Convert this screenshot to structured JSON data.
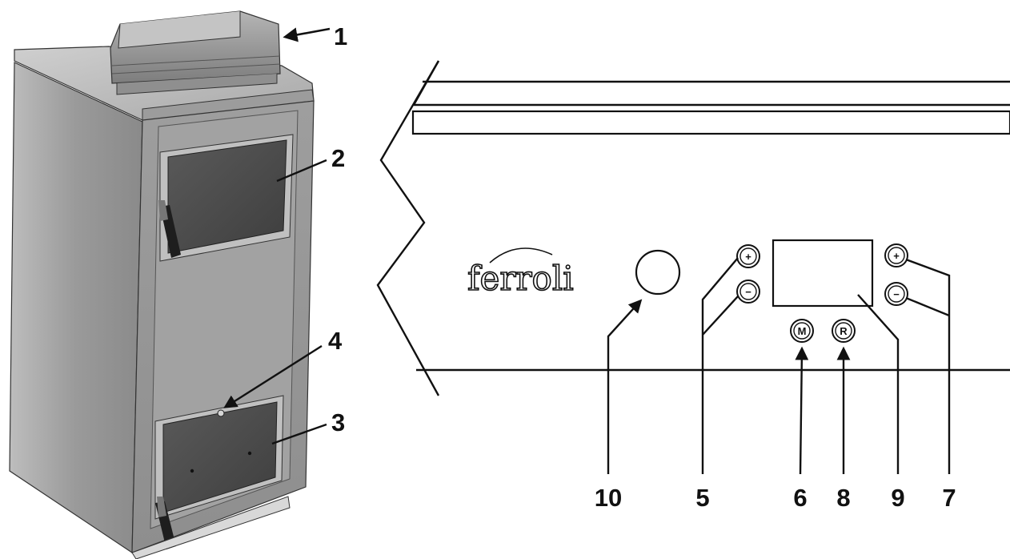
{
  "callouts": {
    "c1": "1",
    "c2": "2",
    "c3": "3",
    "c4": "4",
    "c5": "5",
    "c6": "6",
    "c7": "7",
    "c8": "8",
    "c9": "9",
    "c10": "10"
  },
  "panel": {
    "brand": "ferroli",
    "plus_glyph": "+",
    "minus_glyph": "−",
    "mode_glyph": "M",
    "reset_glyph": "R"
  },
  "colors": {
    "ink": "#111111",
    "paper": "#ffffff"
  }
}
